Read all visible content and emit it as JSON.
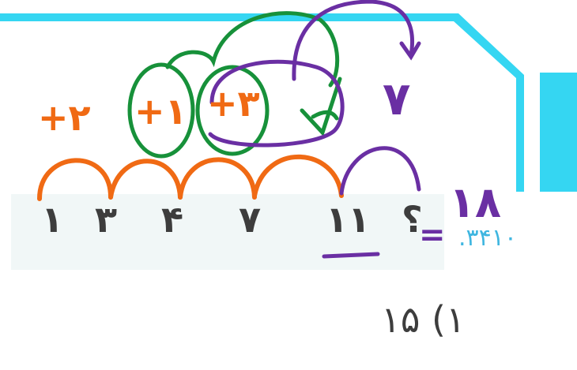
{
  "sequence": [
    "١",
    "٣",
    "۴",
    "٧",
    "١١",
    "؟"
  ],
  "answer_option": "١۵ (١",
  "choice_digits": ".٣۴١٠",
  "annotations": {
    "diff_plus_two": "+٢",
    "diff_plus_one": "+١",
    "diff_plus_three": "+٣",
    "diff_seven": "٧",
    "equals_sign": "=",
    "result_eighteen": "١٨"
  },
  "colors": {
    "frame": "#35d6f2",
    "orange_ink": "#f06a14",
    "green_ink": "#17913a",
    "purple_ink": "#6a2fa3",
    "strip": "#f1f7f7",
    "choice_text": "#3fb6e0"
  }
}
